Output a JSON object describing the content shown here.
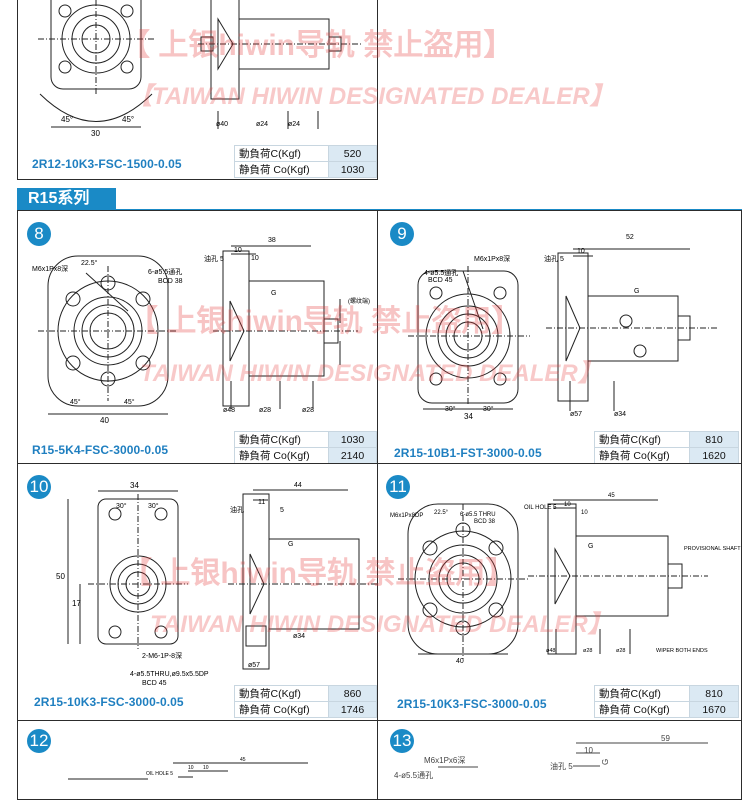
{
  "watermark": {
    "line1": "【 上银hiwin导轨 禁止盗用】",
    "line2": "【TAIWAN HIWIN DESIGNATED DEALER】",
    "line3": "【 上银hiwin导轨 禁止盗用】",
    "line4": "TAIWAN HIWIN DESIGNATED DEALER】",
    "line5": "【 上银hiwin导轨 禁止盗用】",
    "line6": "TAIWAN HIWIN DESIGNATED DEALER】"
  },
  "series_title": "R15系列",
  "labels": {
    "dynamic": "動負荷C(Kgf)",
    "static": "静負荷 Co(Kgf)"
  },
  "top_item": {
    "model": "2R12-10K3-FSC-1500-0.05",
    "dynamic": "520",
    "static": "1030"
  },
  "items": [
    {
      "num": "8",
      "model": "R15-5K4-FSC-3000-0.05",
      "dynamic": "1030",
      "static": "2140"
    },
    {
      "num": "9",
      "model": "2R15-10B1-FST-3000-0.05",
      "dynamic": "810",
      "static": "1620"
    },
    {
      "num": "10",
      "model": "2R15-10K3-FSC-3000-0.05",
      "dynamic": "860",
      "static": "1746"
    },
    {
      "num": "11",
      "model": "2R15-10K3-FSC-3000-0.05",
      "dynamic": "810",
      "static": "1670"
    },
    {
      "num": "12"
    },
    {
      "num": "13"
    }
  ],
  "drawing_text": {
    "top": {
      "d1": "45°",
      "d2": "45°",
      "w": "30",
      "s1": "ø40",
      "s2": "ø24",
      "s3": "ø24"
    },
    "p8": {
      "thread": "M6x1Px8深",
      "ang": "22.5°",
      "holes": "6-ø5.5通孔",
      "bcd": "BCD 38",
      "a1": "45°",
      "a2": "45°",
      "w": "40",
      "oil": "油孔 5",
      "l1": "10",
      "l2": "10",
      "l3": "38",
      "g": "G",
      "d1": "ø48",
      "d2": "ø28",
      "d3": "ø28",
      "note": "(螺纹端)"
    },
    "p9": {
      "thread": "M6x1Px8深",
      "holes": "4-ø5.5通孔",
      "bcd": "BCD 45",
      "oil": "油孔 5",
      "l1": "10",
      "l2": "52",
      "a1": "30°",
      "a2": "30°",
      "w": "34",
      "g": "G",
      "d1": "ø57",
      "d2": "ø34"
    },
    "p10": {
      "l1": "34",
      "a1": "30°",
      "a2": "30°",
      "h1": "50",
      "h2": "17",
      "m6": "2-M6-1P-8深",
      "holes": "4-ø5.5THRU,ø9.5x5.5DP",
      "bcd": "BCD 45",
      "oil": "油孔",
      "l2": "44",
      "l3": "11",
      "l4": "5",
      "g": "G",
      "d1": "ø34",
      "d2": "ø57"
    },
    "p11": {
      "thread": "M6x1Px8DP",
      "ang": "22.5°",
      "holes": "6-ø5.5 THRU",
      "bcd": "BCD 38",
      "w": "40",
      "oil": "OIL HOLE 5",
      "l1": "10",
      "l2": "10",
      "l3": "45",
      "g": "G",
      "prov": "PROVISIONAL SHAFT",
      "d1": "ø48",
      "d2": "ø28",
      "d3": "ø28",
      "ends": "WIPER BOTH ENDS"
    },
    "p12": {
      "oil": "OIL HOLE 5",
      "l1": "10",
      "l2": "10",
      "l3": "45"
    },
    "p13": {
      "thread": "M6x1Px6深",
      "holes": "4-ø5.5通孔",
      "oil": "油孔 5",
      "l1": "10",
      "l2": "59",
      "g": "G"
    }
  }
}
